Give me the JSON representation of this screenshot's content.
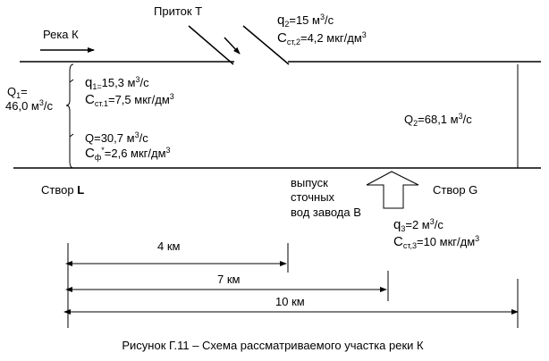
{
  "labels": {
    "river": "Река  К",
    "tributary": "Приток Т",
    "q2": {
      "sym": "q",
      "sub": "2",
      "val": "=15 м",
      "sup": "3",
      "unit": "/с"
    },
    "c2": {
      "sym": "C",
      "sub": "ст,2",
      "val": "=4,2 мкг/дм",
      "sup": "3"
    },
    "Q1_a": {
      "sym": "Q",
      "sub": "1",
      "val": "="
    },
    "Q1_b": {
      "val": "46,0 м",
      "sup": "3",
      "unit": "/с"
    },
    "q1": {
      "sym": "q",
      "sub": "1=",
      "val": "15,3 м",
      "sup": "3",
      "unit": "/с"
    },
    "c1": {
      "sym": "C",
      "sub": "ст.1",
      "val": "=7,5 мкг/дм",
      "sup": "3"
    },
    "Q": {
      "val": "Q=30,7 м",
      "sup": "3",
      "unit": "/с"
    },
    "cf": {
      "sym": "C",
      "sub": "ф",
      "sup1": "*",
      "val": "=2,6 мкг/дм",
      "sup": "3"
    },
    "Q2": {
      "sym": "Q",
      "sub": "2",
      "val": "=68,1  м",
      "sup": "3",
      "unit": "/с"
    },
    "section_L": {
      "text": "Створ ",
      "bold": "L"
    },
    "section_G": "Створ G",
    "outlet": [
      "выпуск",
      "сточных",
      "вод завода В"
    ],
    "q3": {
      "sym": "q",
      "sub": "3",
      "val": "=2 м",
      "sup": "3",
      "unit": "/с"
    },
    "c3": {
      "sym": "C",
      "sub": "ст,3",
      "val": "=10 мкг/дм",
      "sup": "3"
    },
    "dist_4": "4 км",
    "dist_7": "7 км",
    "dist_10": "10 км",
    "caption": "Рисунок Г.11 – Схема рассматриваемого участка реки К"
  }
}
